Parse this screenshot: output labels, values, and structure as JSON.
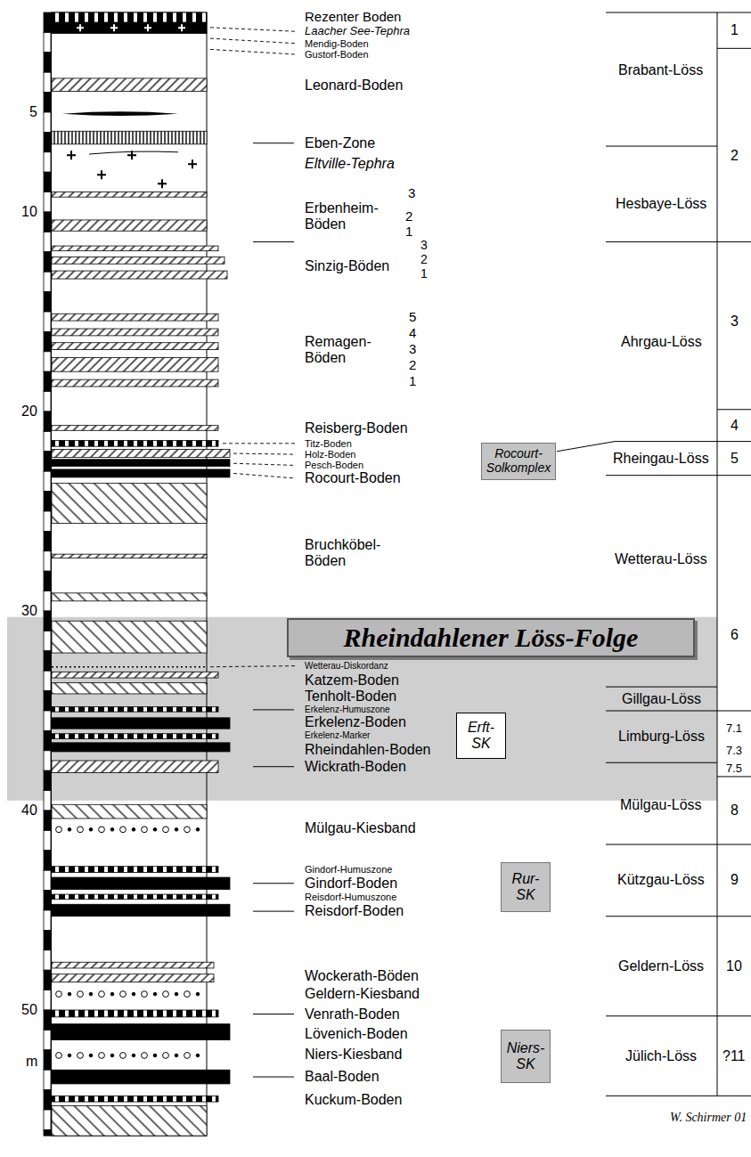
{
  "diagram": {
    "nodes": [
      {
        "text": [
          "Rheindahlener Löss-Folge"
        ]
      },
      {
        "text": [
          "Rocourt- Solkomplex"
        ]
      },
      {
        "text": [
          "Erft- SK"
        ]
      },
      {
        "text": [
          "Rur- SK"
        ]
      },
      {
        "text": [
          "Niers- SK"
        ]
      }
    ],
    "labels": [
      "5",
      "10",
      "20",
      "30",
      "40",
      "50",
      "m",
      "Rezenter Boden",
      "Laacher See-Tephra",
      "Mendig-Boden",
      "Gustorf-Boden",
      "Leonard-Boden",
      "Eben-Zone",
      "Eltville-Tephra",
      "3",
      "Erbenheim- Böden",
      "2",
      "1",
      "3",
      "2",
      "Sinzig-Böden",
      "1",
      "5",
      "4",
      "Remagen- Böden",
      "3",
      "2",
      "1",
      "Reisberg-Boden",
      "Titz-Boden",
      "Holz-Boden",
      "Pesch-Boden",
      "Rocourt-Boden",
      "Bruchköbel- Böden",
      "Wetterau-Diskordanz",
      "Katzem-Boden",
      "Tenholt-Boden",
      "Erkelenz-Humuszone",
      "Erkelenz-Boden",
      "Erkelenz-Marker",
      "Rheindahlen-Boden",
      "Wickrath-Boden",
      "Mülgau-Kiesband",
      "Gindorf-Humuszone",
      "Gindorf-Boden",
      "Reisdorf-Humuszone",
      "Reisdorf-Boden",
      "Wockerath-Böden",
      "Geldern-Kiesband",
      "Venrath-Boden",
      "Lövenich-Boden",
      "Niers-Kiesband",
      "Baal-Boden",
      "Kuckum-Boden",
      "Brabant-Löss",
      "Hesbaye-Löss",
      "Ahrgau-Löss",
      "Rheingau-Löss",
      "Wetterau-Löss",
      "Gillgau-Löss",
      "Limburg-Löss",
      "Mülgau-Löss",
      "Kützgau-Löss",
      "Geldern-Löss",
      "Jülich-Löss",
      "1",
      "2",
      "3",
      "4",
      "5",
      "6",
      "7.1",
      "7.3",
      "7.5",
      "8",
      "9",
      "10",
      "?11",
      "W. Schirmer 01"
    ]
  }
}
